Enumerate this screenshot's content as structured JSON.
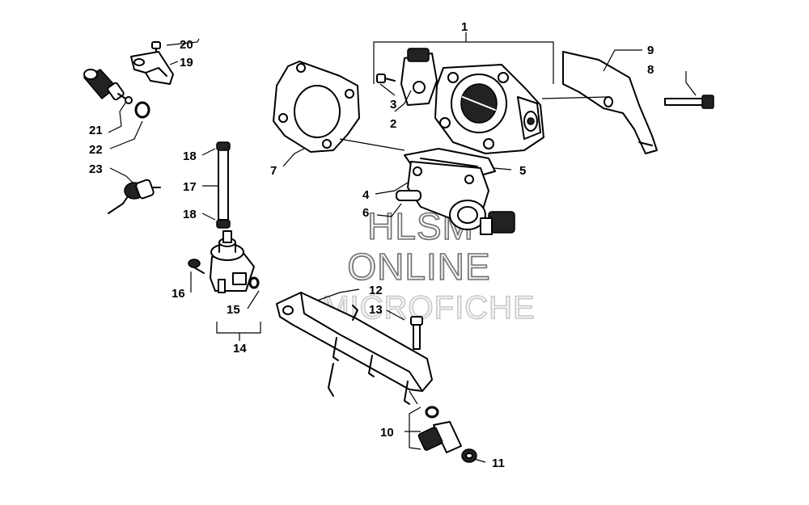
{
  "watermark": {
    "line1": "HLSM",
    "line2": "ONLINE",
    "line3": "MICROFICHE"
  },
  "callouts": {
    "c1": "1",
    "c2": "2",
    "c3": "3",
    "c4": "4",
    "c5": "5",
    "c6": "6",
    "c7": "7",
    "c8": "8",
    "c9": "9",
    "c10": "10",
    "c11": "11",
    "c12": "12",
    "c13": "13",
    "c14": "14",
    "c15": "15",
    "c16": "16",
    "c17": "17",
    "c18a": "18",
    "c18b": "18",
    "c19": "19",
    "c20": "20",
    "c21": "21",
    "c22": "22",
    "c23": "23"
  }
}
